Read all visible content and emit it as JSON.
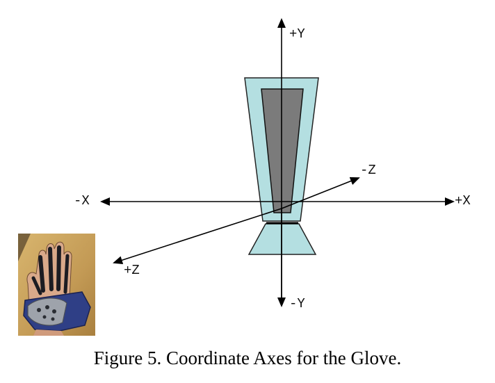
{
  "figure": {
    "axis_labels": {
      "pos_y": "+Y",
      "neg_y": "-Y",
      "pos_x": "+X",
      "neg_x": "-X",
      "pos_z": "+Z",
      "neg_z": "-Z"
    },
    "caption": "Figure 5. Coordinate Axes for the Glove.",
    "colors": {
      "axis": "#000000",
      "outer_shape_fill": "#b4dfe1",
      "inner_shape_fill": "#7b7b7b",
      "photo_background": "#c59a52",
      "glove_blue": "#2f3f86"
    },
    "photo": {
      "subject": "hand-wearing-glove-photo"
    }
  }
}
